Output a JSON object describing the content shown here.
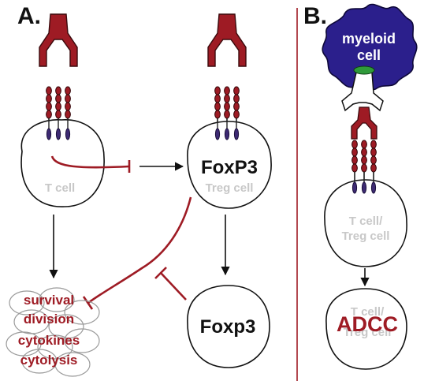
{
  "panels": {
    "a_label": "A.",
    "b_label": "B."
  },
  "cells": {
    "t_cell": "T cell",
    "treg_marker": "FoxP3",
    "treg_cell": "Treg cell",
    "foxp3_cell": "Foxp3",
    "tcell_treg_line1": "T cell/",
    "tcell_treg_line2": "Treg cell",
    "adcc_bg_line1": "T cell/",
    "adcc_bg_line2": "Treg cell",
    "adcc": "ADCC"
  },
  "functions": [
    "survival",
    "division",
    "cytokines",
    "cytolysis"
  ],
  "myeloid": {
    "line1": "myeloid",
    "line2": "cell"
  },
  "colors": {
    "antibody_red": "#9e1b24",
    "myeloid_blue": "#2b1f8c",
    "fc_receptor_green": "#2f9a3a",
    "label_gray": "#c8c8c8",
    "receptor_purple": "#3d2a73"
  }
}
